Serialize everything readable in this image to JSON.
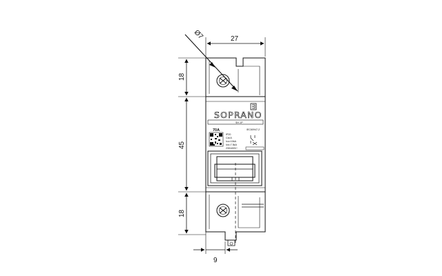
{
  "dimensions": {
    "diameter": "Ø7",
    "width": "27",
    "top_section": "18",
    "middle_section": "45",
    "bottom_section": "18",
    "bottom_offset": "9"
  },
  "device": {
    "brand": "SOPRANO",
    "current_rating": "70A",
    "standard": "IEC60947-2",
    "ip_rating": "IP20",
    "category": "Cat A",
    "rated_voltage": "230/400V~",
    "lines": [
      "Icu=10kA",
      "Ics=7.5kA"
    ],
    "model_code": "SH-1P"
  }
}
